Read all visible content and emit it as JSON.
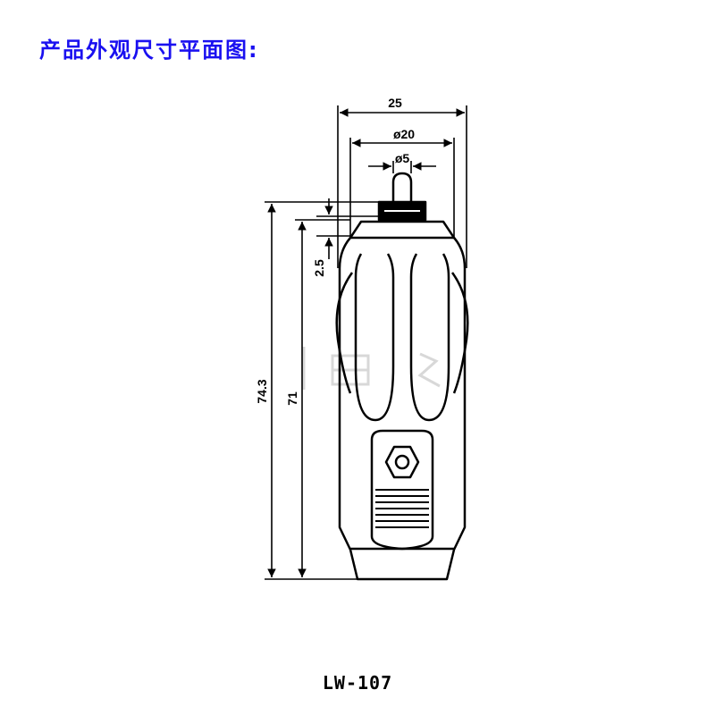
{
  "heading": {
    "text": "产品外观尺寸平面图:"
  },
  "drawing": {
    "dimensions": {
      "overall_width": "25",
      "body_diameter": "ø20",
      "tip_diameter": "ø5",
      "collar_height": "2.5",
      "total_length": "74.3",
      "body_length": "71"
    }
  },
  "model": {
    "label": "LW-107"
  },
  "colors": {
    "heading": "#1a10f0",
    "line": "#000000"
  }
}
